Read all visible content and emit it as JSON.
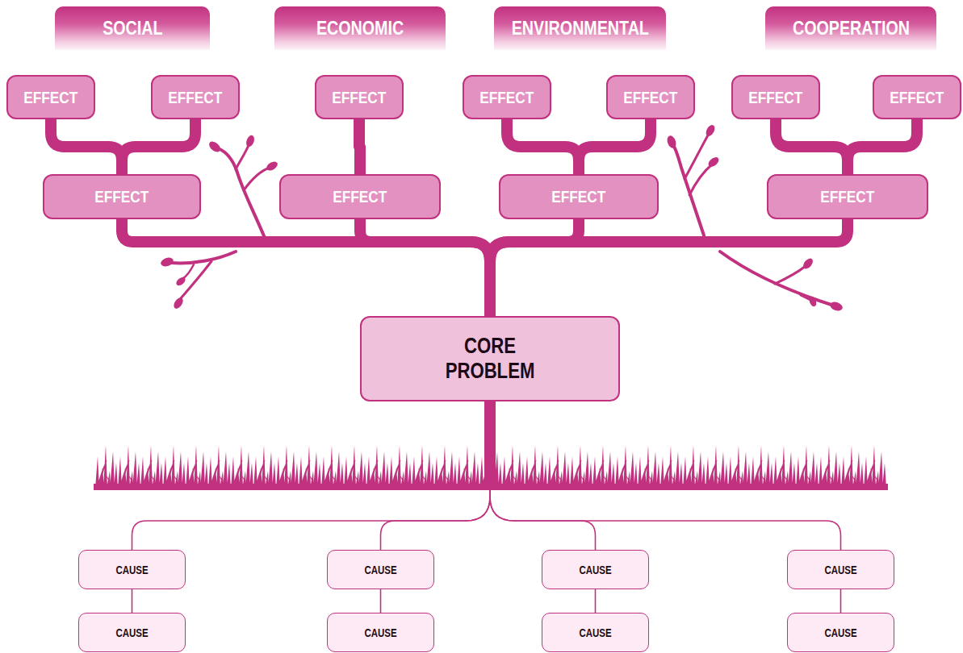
{
  "diagram": {
    "nodes": [
      {
        "text": [
          "SOCIAL"
        ]
      },
      {
        "text": [
          "ECONOMIC"
        ]
      },
      {
        "text": [
          "ENVIRONMENTAL"
        ]
      },
      {
        "text": [
          "COOPERATION"
        ]
      },
      {
        "text": [
          "EFFECT"
        ]
      },
      {
        "text": [
          "EFFECT"
        ]
      },
      {
        "text": [
          "EFFECT"
        ]
      },
      {
        "text": [
          "EFFECT"
        ]
      },
      {
        "text": [
          "EFFECT"
        ]
      },
      {
        "text": [
          "EFFECT"
        ]
      },
      {
        "text": [
          "EFFECT"
        ]
      },
      {
        "text": [
          "EFFECT"
        ]
      },
      {
        "text": [
          "EFFECT"
        ]
      },
      {
        "text": [
          "EFFECT"
        ]
      },
      {
        "text": [
          "EFFECT"
        ]
      },
      {
        "text": [
          "CORE PROBLEM"
        ]
      },
      {
        "text": [
          "CAUSE"
        ]
      },
      {
        "text": [
          "CAUSE"
        ]
      },
      {
        "text": [
          "CAUSE"
        ]
      },
      {
        "text": [
          "CAUSE"
        ]
      },
      {
        "text": [
          "CAUSE"
        ]
      },
      {
        "text": [
          "CAUSE"
        ]
      },
      {
        "text": [
          "CAUSE"
        ]
      },
      {
        "text": [
          "CAUSE"
        ]
      }
    ],
    "edges": [
      {
        "from": 15,
        "to": 11,
        "arrow": "none"
      },
      {
        "from": 15,
        "to": 12,
        "arrow": "none"
      },
      {
        "from": 15,
        "to": 13,
        "arrow": "none"
      },
      {
        "from": 15,
        "to": 14,
        "arrow": "none"
      },
      {
        "from": 11,
        "to": 4,
        "arrow": "none"
      },
      {
        "from": 11,
        "to": 5,
        "arrow": "none"
      },
      {
        "from": 12,
        "to": 6,
        "arrow": "none"
      },
      {
        "from": 13,
        "to": 7,
        "arrow": "none"
      },
      {
        "from": 13,
        "to": 8,
        "arrow": "none"
      },
      {
        "from": 14,
        "to": 9,
        "arrow": "none"
      },
      {
        "from": 14,
        "to": 10,
        "arrow": "none"
      },
      {
        "from": 15,
        "to": 16,
        "arrow": "none"
      },
      {
        "from": 15,
        "to": 17,
        "arrow": "none"
      },
      {
        "from": 15,
        "to": 18,
        "arrow": "none"
      },
      {
        "from": 15,
        "to": 19,
        "arrow": "none"
      },
      {
        "from": 16,
        "to": 20,
        "arrow": "none"
      },
      {
        "from": 17,
        "to": 21,
        "arrow": "none"
      },
      {
        "from": 18,
        "to": 22,
        "arrow": "none"
      },
      {
        "from": 19,
        "to": 23,
        "arrow": "none"
      }
    ]
  }
}
